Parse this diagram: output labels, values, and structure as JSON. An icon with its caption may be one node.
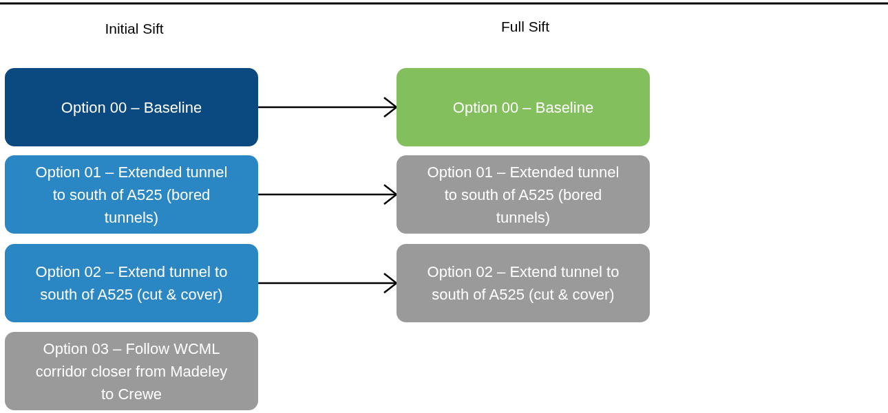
{
  "diagram": {
    "nodes": [
      {
        "text": [
          "Option 00 – Baseline"
        ]
      },
      {
        "text": [
          "Option 01 – Extended tunnel to south of A525 (bored tunnels)"
        ]
      },
      {
        "text": [
          "Option 02 – Extend tunnel to south of A525 (cut & cover)"
        ]
      },
      {
        "text": [
          "Option 03 – Follow WCML corridor closer from Madeley to Crewe"
        ]
      },
      {
        "text": [
          "Option 00 – Baseline"
        ]
      },
      {
        "text": [
          "Option 01 – Extended tunnel to south of A525 (bored tunnels)"
        ]
      },
      {
        "text": [
          "Option 02 – Extend tunnel to south of A525 (cut & cover)"
        ]
      }
    ],
    "edges": [
      {
        "from": 0,
        "to": 4,
        "arrow": "to"
      },
      {
        "from": 1,
        "to": 5,
        "arrow": "to"
      },
      {
        "from": 2,
        "to": 6,
        "arrow": "to"
      }
    ],
    "labels": [
      "Initial Sift",
      "Full Sift"
    ]
  }
}
